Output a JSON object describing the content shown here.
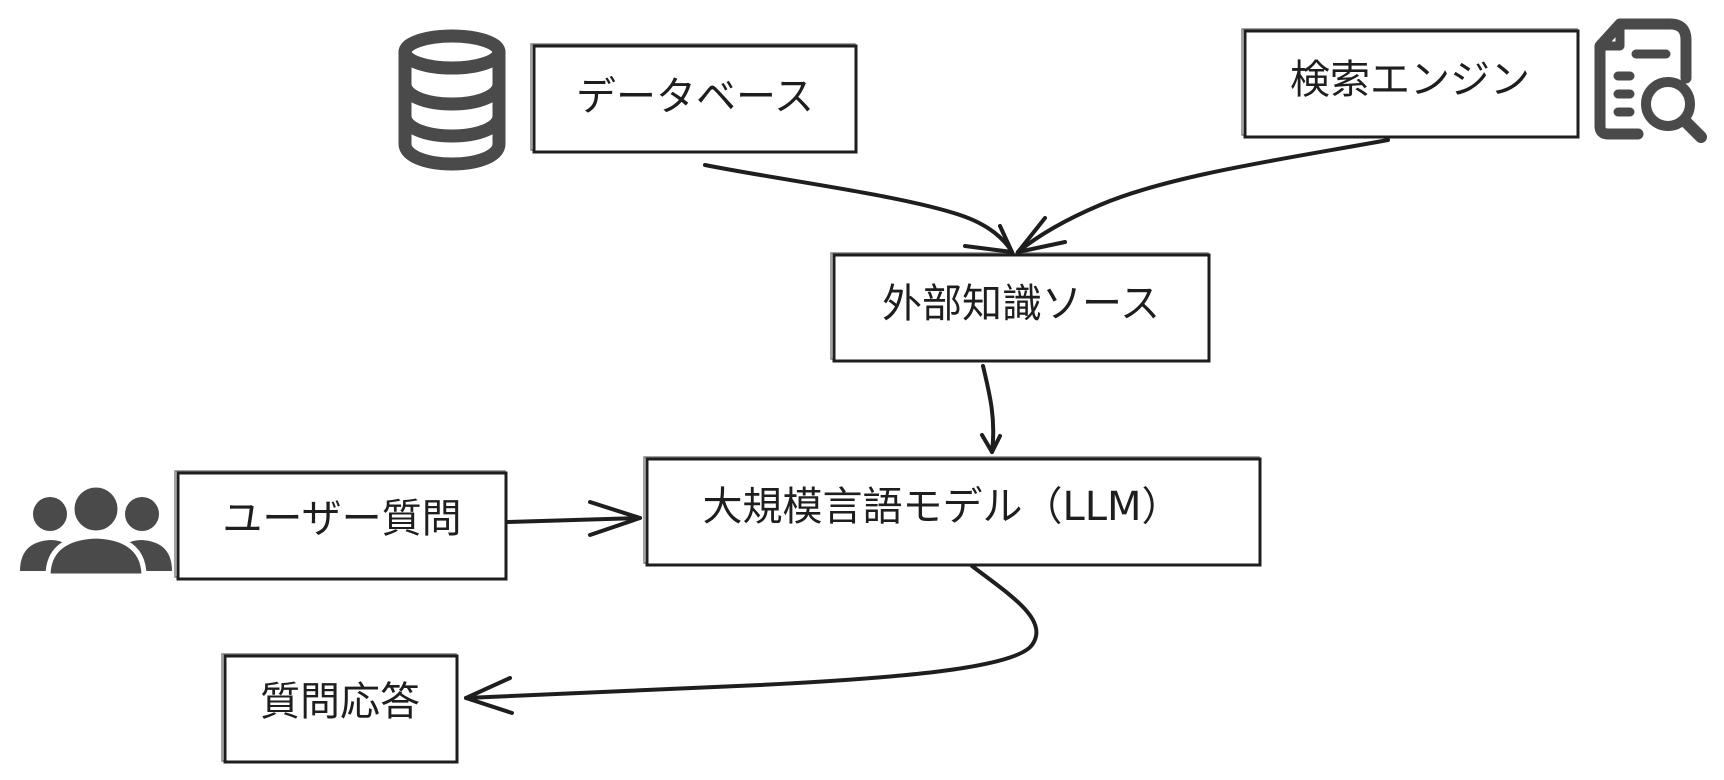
{
  "diagram": {
    "nodes": {
      "database": {
        "label": "データベース",
        "icon": "database-icon"
      },
      "search_engine": {
        "label": "検索エンジン",
        "icon": "document-search-icon"
      },
      "external_knowledge": {
        "label": "外部知識ソース"
      },
      "llm": {
        "label": "大規模言語モデル（LLM）"
      },
      "user_question": {
        "label": "ユーザー質問",
        "icon": "users-icon"
      },
      "qa_answer": {
        "label": "質問応答"
      }
    },
    "edges": [
      {
        "from": "データベース",
        "to": "外部知識ソース"
      },
      {
        "from": "検索エンジン",
        "to": "外部知識ソース"
      },
      {
        "from": "外部知識ソース",
        "to": "大規模言語モデル（LLM）"
      },
      {
        "from": "ユーザー質問",
        "to": "大規模言語モデル（LLM）"
      },
      {
        "from": "大規模言語モデル（LLM）",
        "to": "質問応答"
      }
    ],
    "colors": {
      "stroke": "#1e1e1e",
      "icon": "#4a4a4a",
      "background": "#ffffff"
    }
  }
}
